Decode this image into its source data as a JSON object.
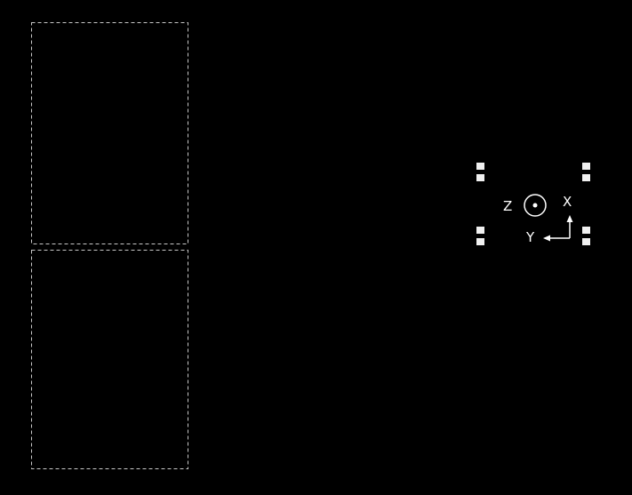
{
  "colors": {
    "background": "#000000",
    "foreground": "#ffffff",
    "dashed_outline": "#c8c8c8",
    "pad_fill": "#f0f0f0"
  },
  "coordinate_frame": {
    "z_label": "Z",
    "x_label": "X",
    "y_label": "Y",
    "z_direction": "out-of-plane",
    "x_direction": "up",
    "y_direction": "left"
  }
}
